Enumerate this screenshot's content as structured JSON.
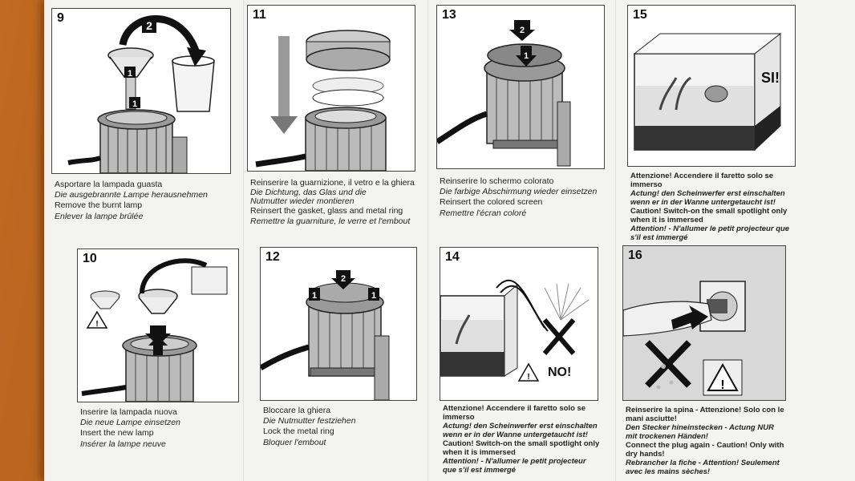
{
  "steps": [
    {
      "num": "9",
      "lines": [
        {
          "t": "Asportare la lampada guasta",
          "s": "n"
        },
        {
          "t": "Die ausgebrannte Lampe herausnehmen",
          "s": "i"
        },
        {
          "t": "Remove the burnt lamp",
          "s": "n"
        },
        {
          "t": "Enlever la lampe brûlée",
          "s": "i"
        }
      ]
    },
    {
      "num": "11",
      "lines": [
        {
          "t": "Reinserire la guarnizione, il vetro e la ghiera",
          "s": "n"
        },
        {
          "t": "Die Dichtung, das Glas und die Nutmutter wieder montieren",
          "s": "i"
        },
        {
          "t": "Reinsert the gasket, glass and metal ring",
          "s": "n"
        },
        {
          "t": "Remettre la guarniture, le verre et l'embout",
          "s": "i"
        }
      ]
    },
    {
      "num": "13",
      "lines": [
        {
          "t": "Reinserire lo schermo colorato",
          "s": "n"
        },
        {
          "t": "Die farbige Abschirmung wieder einsetzen",
          "s": "i"
        },
        {
          "t": "Reinsert the colored screen",
          "s": "n"
        },
        {
          "t": "Remettre l'écran coloré",
          "s": "i"
        }
      ]
    },
    {
      "num": "15",
      "badge": "SI!",
      "lines": [
        {
          "t": "Attenzione! Accendere il faretto solo se immerso",
          "s": "b"
        },
        {
          "t": "Actung! den Scheinwerfer erst einschalten wenn er in der Wanne untergetaucht ist!",
          "s": "bi"
        },
        {
          "t": "Caution! Switch-on the small spotlight only when it is immersed",
          "s": "b"
        },
        {
          "t": "Attention! - N'allumer le petit projecteur que s'il est immergé",
          "s": "bi"
        }
      ]
    },
    {
      "num": "10",
      "lines": [
        {
          "t": "Inserire la lampada nuova",
          "s": "n"
        },
        {
          "t": "Die neue Lampe einsetzen",
          "s": "i"
        },
        {
          "t": "Insert the new lamp",
          "s": "n"
        },
        {
          "t": "Insérer la lampe neuve",
          "s": "i"
        }
      ]
    },
    {
      "num": "12",
      "lines": [
        {
          "t": "Bloccare la ghiera",
          "s": "n"
        },
        {
          "t": "Die Nutmutter festziehen",
          "s": "i"
        },
        {
          "t": "Lock the metal ring",
          "s": "n"
        },
        {
          "t": "Bloquer l'embout",
          "s": "i"
        }
      ]
    },
    {
      "num": "14",
      "badge": "NO!",
      "lines": [
        {
          "t": "Attenzione! Accendere il faretto solo se immerso",
          "s": "b"
        },
        {
          "t": "Actung! den Scheinwerfer erst einschalten wenn er in der Wanne untergetaucht ist!",
          "s": "bi"
        },
        {
          "t": "Caution! Switch-on the small spotlight only when it is immersed",
          "s": "b"
        },
        {
          "t": "Attention! - N'allumer le petit projecteur que s'il est immergé",
          "s": "bi"
        }
      ]
    },
    {
      "num": "16",
      "lines": [
        {
          "t": "Reinserire la spina - Attenzione! Solo con le mani asciutte!",
          "s": "b"
        },
        {
          "t": "Den Stecker hineinstecken - Actung NUR mit trockenen Händen!",
          "s": "bi"
        },
        {
          "t": "Connect the plug again - Caution! Only with dry hands!",
          "s": "b"
        },
        {
          "t": "Rebrancher la fiche - Attention! Seulement avec les mains sèches!",
          "s": "bi"
        }
      ]
    }
  ],
  "markers": {
    "one": "1",
    "two": "2"
  },
  "icons": [
    "arrow-icon",
    "warning-icon",
    "cross-icon",
    "lamp-icon",
    "filter-housing-icon",
    "aquarium-icon",
    "cup-icon",
    "plug-socket-icon"
  ]
}
